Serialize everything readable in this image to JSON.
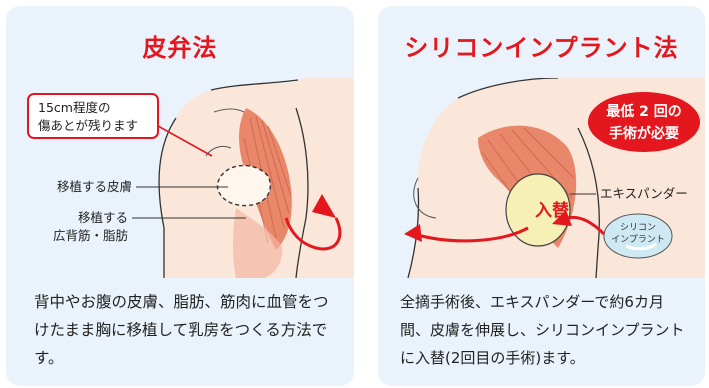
{
  "cards": [
    {
      "title": "皮弁法",
      "callout": [
        "15cm程度の",
        "傷あとが残ります"
      ],
      "labels": {
        "skin": "移植する皮膚",
        "muscle": [
          "移植する",
          "広背筋・脂肪"
        ]
      },
      "description": "背中やお腹の皮膚、脂肪、筋肉に血管をつけたまま胸に移植して乳房をつくる方法です。"
    },
    {
      "title": "シリコンインプラント法",
      "badge": [
        "最低 2 回の",
        "手術が必要"
      ],
      "labels": {
        "expander": "エキスパンダー",
        "swap": "入替",
        "implant": [
          "シリコン",
          "インプラント"
        ]
      },
      "description": "全摘手術後、エキスパンダーで約6カ月間、皮膚を伸展し、シリコンインプラントに入替(2回目の手術)ます。"
    }
  ],
  "colors": {
    "accent": "#e3171d",
    "card_bg": "#eaf3fb",
    "skin": "#fbe6da",
    "muscle": "#e8876a",
    "expander": "#f6efb6",
    "implant": "#cfe9f4"
  }
}
